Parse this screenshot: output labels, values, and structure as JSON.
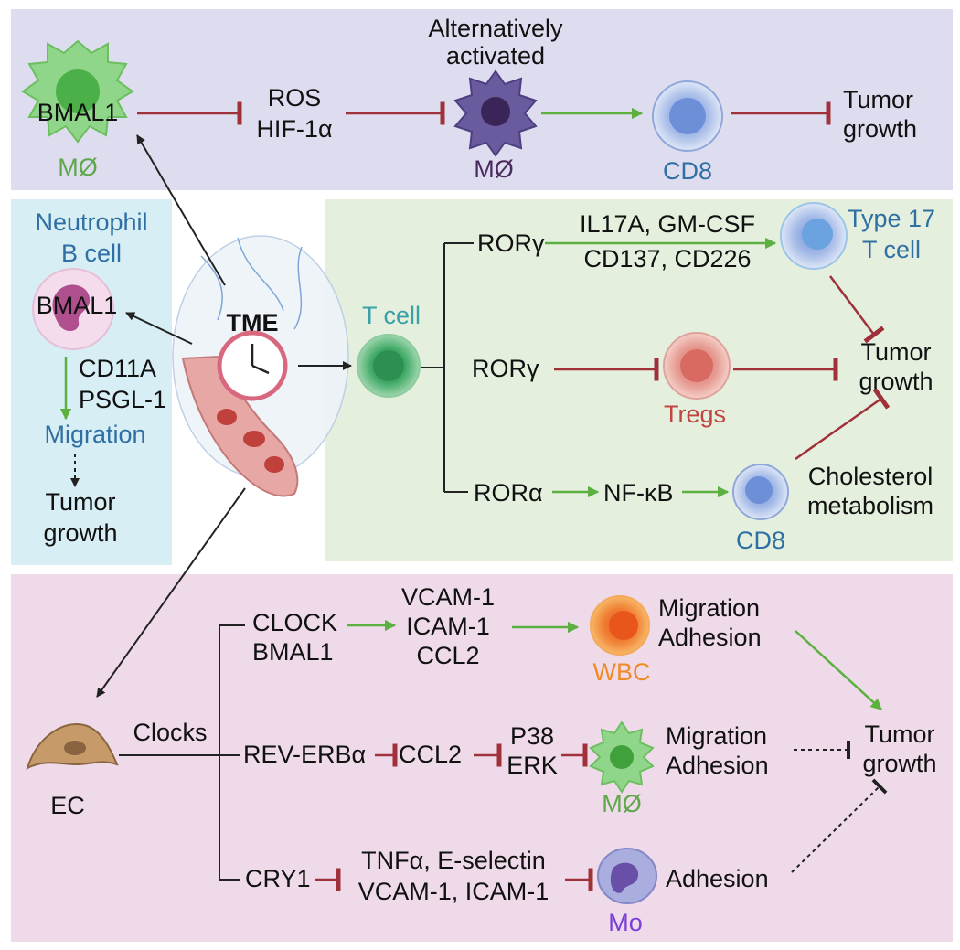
{
  "colors": {
    "top_panel": "#dedcef",
    "left_panel": "#d6eef4",
    "right_panel": "#e4efdd",
    "bottom_panel": "#efdaea",
    "activate_arrow": "#5cb040",
    "inhibit_arrow": "#a0303a",
    "plain_arrow": "#222222"
  },
  "top": {
    "macrophage_label": "BMAL1",
    "macrophage_caption": "MØ",
    "ros": "ROS",
    "hif": "HIF-1α",
    "alt_line1": "Alternatively",
    "alt_line2": "activated",
    "alt_caption": "MØ",
    "cd8_caption": "CD8",
    "tumor_line1": "Tumor",
    "tumor_line2": "growth"
  },
  "left": {
    "neutrophil": "Neutrophil",
    "bcell": "B cell",
    "bmal1": "BMAL1",
    "cd11a": "CD11A",
    "psgl1": "PSGL-1",
    "migration": "Migration",
    "tumor_line1": "Tumor",
    "tumor_line2": "growth"
  },
  "center": {
    "tme": "TME"
  },
  "right": {
    "tcell": "T cell",
    "rorg1": "RORγ",
    "il17": "IL17A, GM-CSF",
    "cd137": "CD137, CD226",
    "type17_line1": "Type 17",
    "type17_line2": "T cell",
    "rorg2": "RORγ",
    "tregs": "Tregs",
    "tumor_line1": "Tumor",
    "tumor_line2": "growth",
    "rora": "RORα",
    "nfkb": "NF-κB",
    "cd8": "CD8",
    "chol_line1": "Cholesterol",
    "chol_line2": "metabolism"
  },
  "bottom": {
    "ec": "EC",
    "clocks": "Clocks",
    "clock": "CLOCK",
    "bmal1": "BMAL1",
    "vcam1": "VCAM-1",
    "icam1": "ICAM-1",
    "ccl2a": "CCL2",
    "wbc_mig": "Migration",
    "wbc_adh": "Adhesion",
    "wbc": "WBC",
    "reverb": "REV-ERBα",
    "ccl2b": "CCL2",
    "p38": "P38",
    "erk": "ERK",
    "mo_mig": "Migration",
    "mo_adh": "Adhesion",
    "mphi": "MØ",
    "tumor_line1": "Tumor",
    "tumor_line2": "growth",
    "cry1": "CRY1",
    "tnfa": "TNFα, E-selectin",
    "vcam_icam": "VCAM-1, ICAM-1",
    "adhesion": "Adhesion",
    "mono": "Mo"
  }
}
